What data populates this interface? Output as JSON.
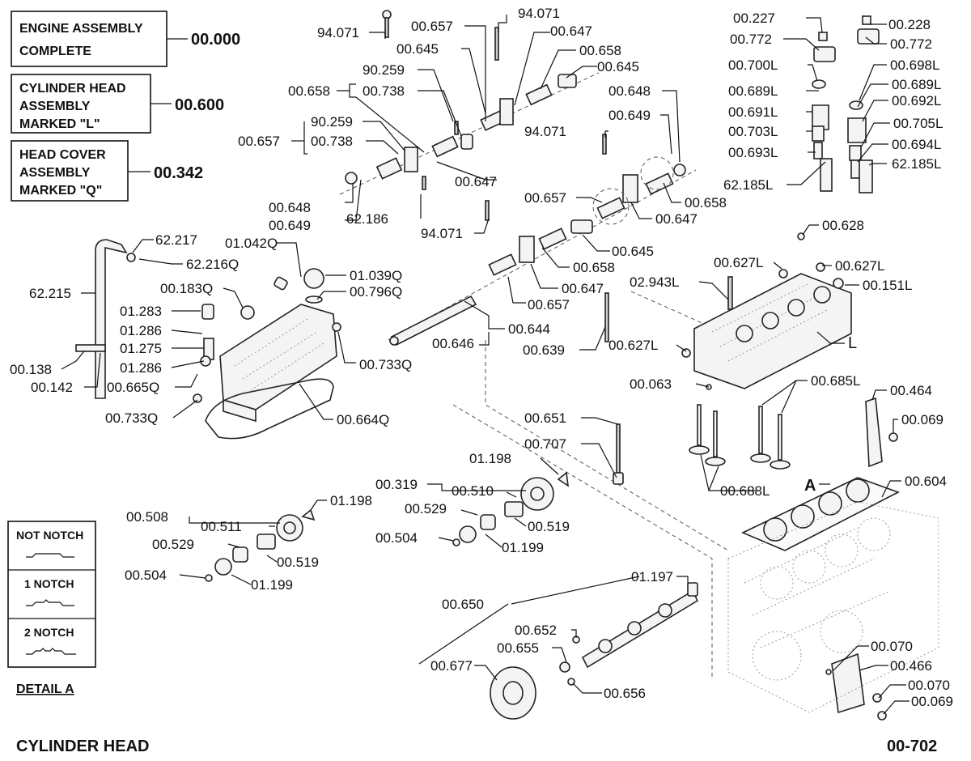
{
  "boxes": {
    "engine_assembly": {
      "line1": "ENGINE ASSEMBLY",
      "line2": "COMPLETE",
      "code": "00.000"
    },
    "cylinder_head_assembly": {
      "line1": "CYLINDER HEAD",
      "line2": "ASSEMBLY",
      "line3": "MARKED \"L\"",
      "code": "00.600"
    },
    "head_cover_assembly": {
      "line1": "HEAD COVER",
      "line2": "ASSEMBLY",
      "line3": "MARKED \"Q\"",
      "code": "00.342"
    }
  },
  "detail_a": {
    "not_notch": "NOT NOTCH",
    "one_notch": "1 NOTCH",
    "two_notch": "2 NOTCH",
    "caption": "DETAIL A"
  },
  "footer": {
    "title": "CYLINDER HEAD",
    "page_code": "00-702"
  },
  "marker_a": "A",
  "marker_l": "L",
  "labels": [
    "94.071",
    "00.657",
    "94.071",
    "00.645",
    "00.647",
    "00.658",
    "90.259",
    "00.645",
    "00.658",
    "00.738",
    "00.648",
    "00.649",
    "90.259",
    "00.657",
    "00.738",
    "94.071",
    "00.647",
    "00.648",
    "00.649",
    "62.186",
    "00.657",
    "00.658",
    "00.647",
    "94.071",
    "00.645",
    "00.658",
    "00.647",
    "00.657",
    "00.644",
    "00.646",
    "00.639",
    "62.217",
    "62.216Q",
    "01.042Q",
    "01.039Q",
    "00.796Q",
    "00.183Q",
    "62.215",
    "01.283",
    "01.286",
    "01.275",
    "01.286",
    "00.138",
    "00.142",
    "00.665Q",
    "00.733Q",
    "00.733Q",
    "00.664Q",
    "00.227",
    "00.228",
    "00.772",
    "00.772",
    "00.700L",
    "00.698L",
    "00.689L",
    "00.689L",
    "00.691L",
    "00.692L",
    "00.703L",
    "00.705L",
    "00.693L",
    "00.694L",
    "62.185L",
    "62.185L",
    "00.628",
    "00.627L",
    "00.627L",
    "02.943L",
    "00.151L",
    "00.627L",
    "00.063",
    "00.685L",
    "00.464",
    "00.069",
    "00.688L",
    "00.604",
    "00.651",
    "00.707",
    "01.198",
    "00.319",
    "00.510",
    "00.529",
    "00.519",
    "00.504",
    "01.199",
    "00.508",
    "00.511",
    "01.198",
    "00.529",
    "00.519",
    "00.504",
    "01.199",
    "01.197",
    "00.650",
    "00.652",
    "00.655",
    "00.677",
    "00.656",
    "00.070",
    "00.466",
    "00.070",
    "00.069"
  ]
}
